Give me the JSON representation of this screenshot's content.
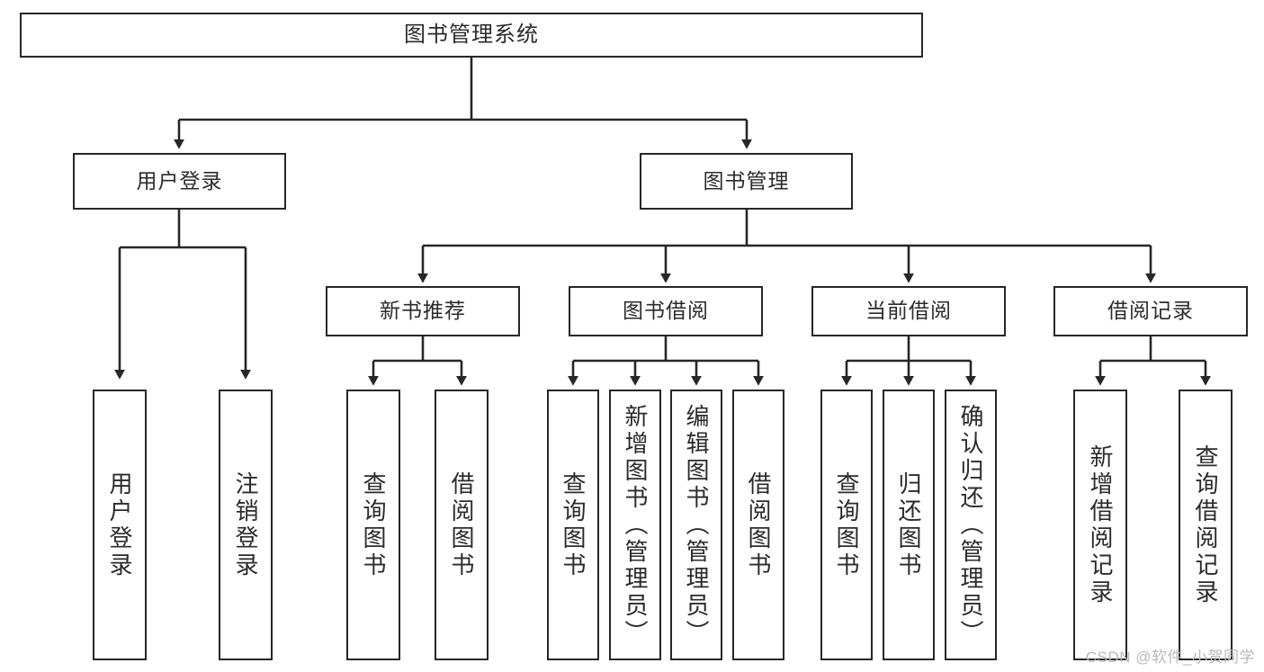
{
  "diagram": {
    "title": "图书管理系统",
    "type": "hierarchy-tree",
    "levels": 4,
    "root": {
      "id": "root",
      "label": "图书管理系统"
    },
    "level2": [
      {
        "id": "user-login",
        "label": "用户登录"
      },
      {
        "id": "book-manage",
        "label": "图书管理"
      }
    ],
    "level3": [
      {
        "id": "new-book-recommend",
        "label": "新书推荐",
        "parent": "book-manage"
      },
      {
        "id": "book-borrow",
        "label": "图书借阅",
        "parent": "book-manage"
      },
      {
        "id": "current-borrow",
        "label": "当前借阅",
        "parent": "book-manage"
      },
      {
        "id": "borrow-record",
        "label": "借阅记录",
        "parent": "book-manage"
      }
    ],
    "leaves": [
      {
        "id": "leaf-user-login",
        "label": "用户登录",
        "parent": "user-login"
      },
      {
        "id": "leaf-logout-login",
        "label": "注销登录",
        "parent": "user-login"
      },
      {
        "id": "leaf-query-book-1",
        "label": "查询图书",
        "parent": "new-book-recommend"
      },
      {
        "id": "leaf-borrow-book-1",
        "label": "借阅图书",
        "parent": "new-book-recommend"
      },
      {
        "id": "leaf-query-book-2",
        "label": "查询图书",
        "parent": "book-borrow"
      },
      {
        "id": "leaf-add-book",
        "label": "新增图书（管理员）",
        "parent": "book-borrow"
      },
      {
        "id": "leaf-edit-book",
        "label": "编辑图书（管理员）",
        "parent": "book-borrow"
      },
      {
        "id": "leaf-borrow-book-2",
        "label": "借阅图书",
        "parent": "book-borrow"
      },
      {
        "id": "leaf-query-book-3",
        "label": "查询图书",
        "parent": "current-borrow"
      },
      {
        "id": "leaf-return-book",
        "label": "归还图书",
        "parent": "current-borrow"
      },
      {
        "id": "leaf-confirm-return",
        "label": "确认归还（管理员）",
        "parent": "current-borrow"
      },
      {
        "id": "leaf-add-record",
        "label": "新增借阅记录",
        "parent": "borrow-record"
      },
      {
        "id": "leaf-query-record",
        "label": "查询借阅记录",
        "parent": "borrow-record"
      }
    ],
    "colors": {
      "stroke": "#272727",
      "fill": "#ffffff",
      "text": "#2b2b2b",
      "watermark": "#b9b9b9"
    }
  },
  "watermark": {
    "text": "CSDN @软件_小贺同学"
  }
}
